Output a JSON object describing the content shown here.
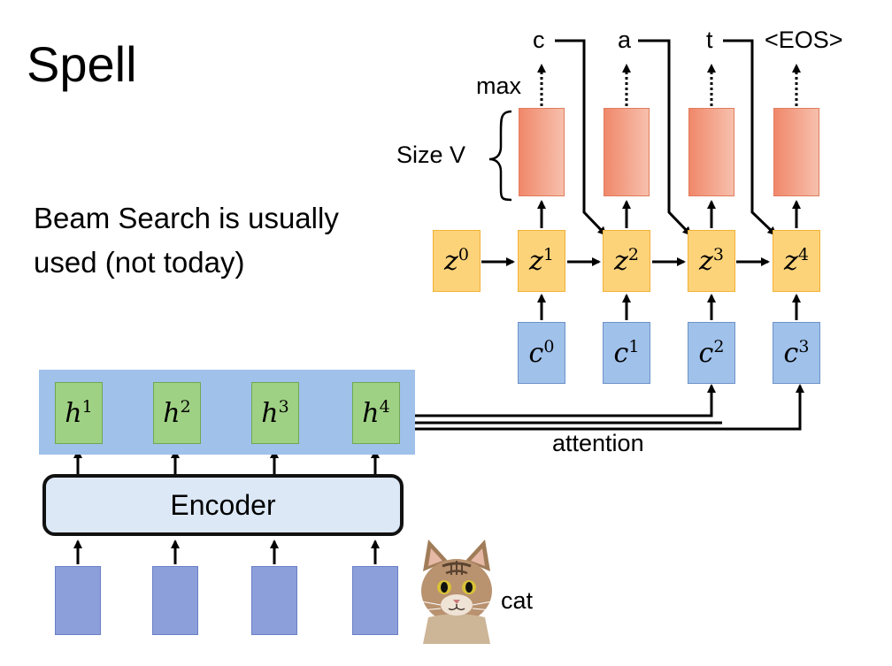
{
  "slide": {
    "title": "Spell",
    "note": "Beam Search is usually used (not today)"
  },
  "decoder": {
    "outputs": [
      "c",
      "a",
      "t",
      "<EOS>"
    ],
    "max_label": "max",
    "size_label": "Size V",
    "z_states": [
      {
        "base": "z",
        "sup": "0"
      },
      {
        "base": "z",
        "sup": "1"
      },
      {
        "base": "z",
        "sup": "2"
      },
      {
        "base": "z",
        "sup": "3"
      },
      {
        "base": "z",
        "sup": "4"
      }
    ],
    "contexts": [
      {
        "base": "c",
        "sup": "0"
      },
      {
        "base": "c",
        "sup": "1"
      },
      {
        "base": "c",
        "sup": "2"
      },
      {
        "base": "c",
        "sup": "3"
      }
    ]
  },
  "encoder": {
    "label": "Encoder",
    "hidden": [
      {
        "base": "h",
        "sup": "1"
      },
      {
        "base": "h",
        "sup": "2"
      },
      {
        "base": "h",
        "sup": "3"
      },
      {
        "base": "h",
        "sup": "4"
      }
    ],
    "attention_label": "attention"
  },
  "input": {
    "label": "cat",
    "image": "cat-photo"
  },
  "colors": {
    "output_box": "#f0886a",
    "z_box": "#fdd37a",
    "c_box": "#a0c1ea",
    "h_box": "#9fd184",
    "input_box": "#8c9fdb",
    "encoder_fill": "#dce8f6"
  }
}
